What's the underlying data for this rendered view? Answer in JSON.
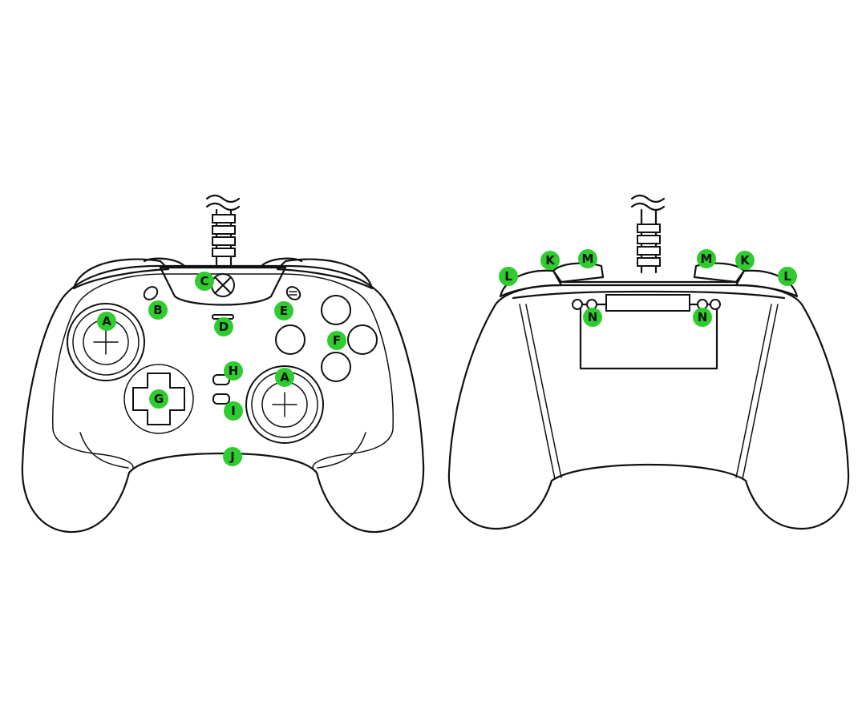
{
  "colors": {
    "accent": "#2ecc2e",
    "line": "#111111"
  },
  "callouts": {
    "front": [
      {
        "id": "front-a-left",
        "label": "A"
      },
      {
        "id": "front-b",
        "label": "B"
      },
      {
        "id": "front-c",
        "label": "C"
      },
      {
        "id": "front-d",
        "label": "D"
      },
      {
        "id": "front-e",
        "label": "E"
      },
      {
        "id": "front-f",
        "label": "F"
      },
      {
        "id": "front-g",
        "label": "G"
      },
      {
        "id": "front-h",
        "label": "H"
      },
      {
        "id": "front-a-right",
        "label": "A"
      },
      {
        "id": "front-i",
        "label": "I"
      },
      {
        "id": "front-j",
        "label": "J"
      }
    ],
    "back": [
      {
        "id": "back-l-left",
        "label": "L"
      },
      {
        "id": "back-k-left",
        "label": "K"
      },
      {
        "id": "back-m-left",
        "label": "M"
      },
      {
        "id": "back-m-right",
        "label": "M"
      },
      {
        "id": "back-k-right",
        "label": "K"
      },
      {
        "id": "back-l-right",
        "label": "L"
      },
      {
        "id": "back-n-left",
        "label": "N"
      },
      {
        "id": "back-n-right",
        "label": "N"
      }
    ]
  }
}
